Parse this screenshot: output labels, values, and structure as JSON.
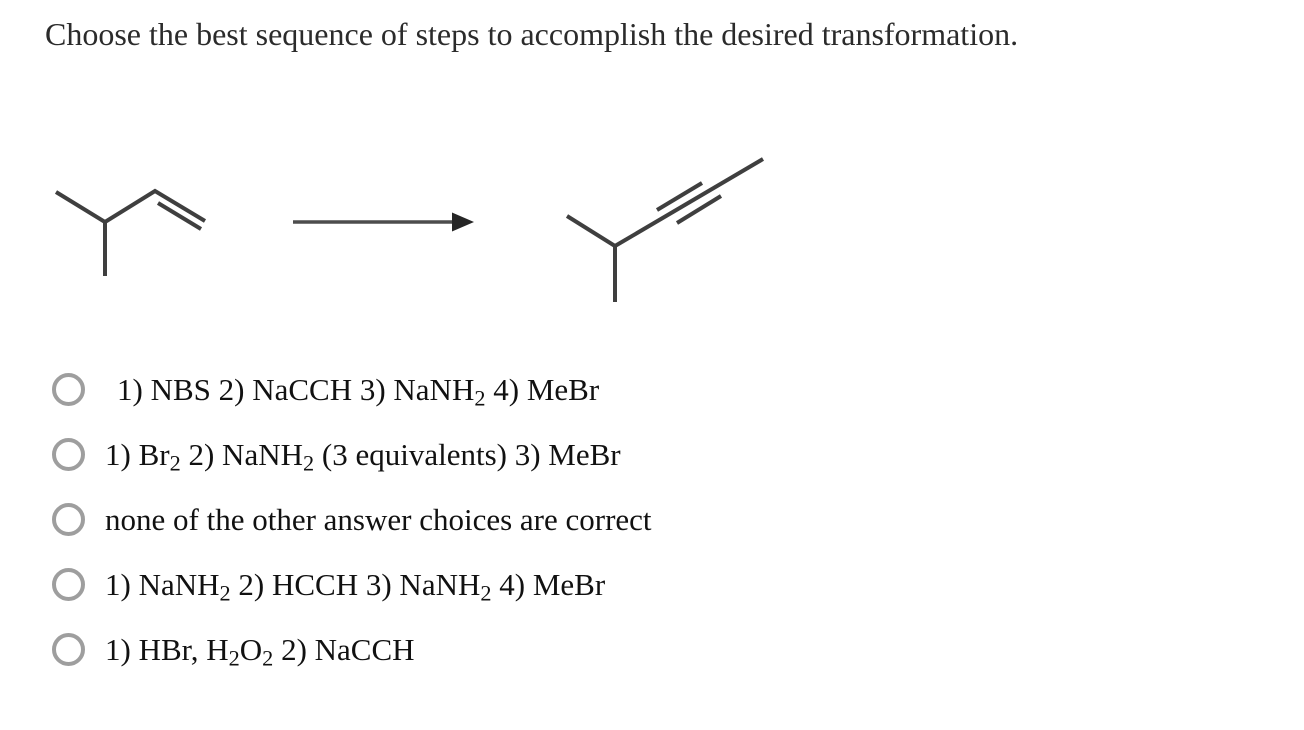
{
  "colors": {
    "background": "#ffffff",
    "prompt_text": "#2b2b2b",
    "option_text": "#111111",
    "radio_border": "#9e9e9e",
    "structure_stroke": "#3f3f3f",
    "arrow_color": "#4d4d4d"
  },
  "question": {
    "prompt": "Choose the best sequence of steps to accomplish the desired transformation."
  },
  "reaction": {
    "reactant": "3-methyl-1-butene skeletal structure",
    "arrow": "right reaction arrow",
    "product": "4-methyl-2-pentyne skeletal structure"
  },
  "options": [
    {
      "selected": false,
      "segments": [
        {
          "text": "1) NBS 2) NaCCH 3) NaNH"
        },
        {
          "text": "2",
          "sub": true
        },
        {
          "text": " 4) MeBr"
        }
      ]
    },
    {
      "selected": false,
      "segments": [
        {
          "text": "1) Br"
        },
        {
          "text": "2",
          "sub": true
        },
        {
          "text": " 2) NaNH"
        },
        {
          "text": "2",
          "sub": true
        },
        {
          "text": " (3 equivalents) 3) MeBr"
        }
      ]
    },
    {
      "selected": false,
      "segments": [
        {
          "text": "none of the other answer choices are correct"
        }
      ]
    },
    {
      "selected": false,
      "segments": [
        {
          "text": "1) NaNH"
        },
        {
          "text": "2",
          "sub": true
        },
        {
          "text": " 2) HCCH 3) NaNH"
        },
        {
          "text": "2",
          "sub": true
        },
        {
          "text": " 4) MeBr"
        }
      ]
    },
    {
      "selected": false,
      "segments": [
        {
          "text": "1) HBr, H"
        },
        {
          "text": "2",
          "sub": true
        },
        {
          "text": "O"
        },
        {
          "text": "2",
          "sub": true
        },
        {
          "text": " 2) NaCCH"
        }
      ]
    }
  ]
}
